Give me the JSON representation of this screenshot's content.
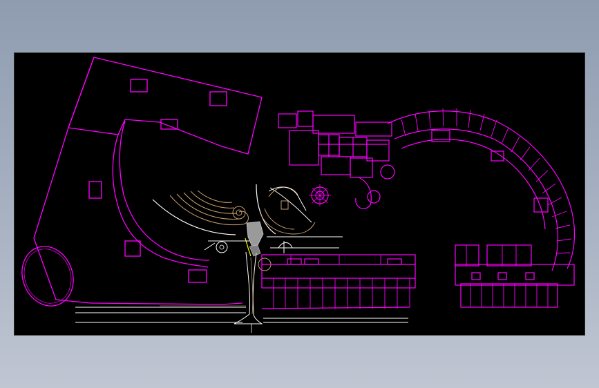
{
  "viewport": {
    "background": "#000000",
    "frame_background": "#a3adbe"
  },
  "layers": {
    "building_outline": "#ff00ff",
    "site_lines": "#ffffff",
    "landscape": "#c8a070",
    "paving": "#b8b8b8",
    "accent": "#ffff00"
  },
  "drawing": {
    "type": "cad-site-plan",
    "components": [
      "west-wing",
      "east-crescent-wing",
      "south-retail-row",
      "east-block",
      "central-plaza",
      "entry-boulevard"
    ]
  }
}
